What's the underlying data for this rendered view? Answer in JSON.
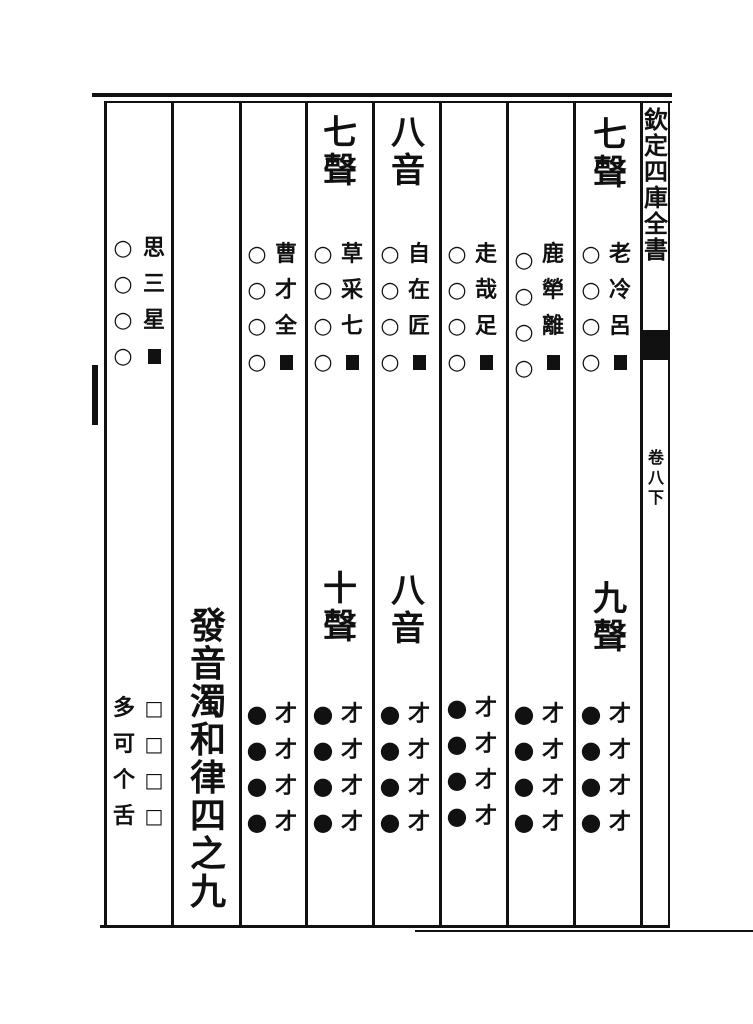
{
  "margin": {
    "book_title": [
      "欽",
      "定",
      "四",
      "庫",
      "全",
      "書"
    ],
    "juan": [
      "卷",
      "八",
      "下"
    ]
  },
  "title": [
    "發",
    "音",
    "濁",
    "和",
    "律",
    "四",
    "之",
    "九"
  ],
  "columns": [
    {
      "heading_top": [
        "七",
        "聲"
      ],
      "chars_top": [
        "老",
        "冷",
        "呂"
      ],
      "marks_top": [
        "○",
        "○",
        "○",
        "○"
      ],
      "heading_bottom": [
        "九",
        "聲"
      ],
      "chars_bottom": [
        "才",
        "才",
        "才",
        "才"
      ],
      "marks_bottom": [
        "●",
        "●",
        "●",
        "●"
      ]
    },
    {
      "heading_top": [],
      "chars_top": [
        "鹿",
        "犖",
        "離"
      ],
      "marks_top": [
        "○",
        "○",
        "○",
        "○"
      ],
      "heading_bottom": [],
      "chars_bottom": [
        "才",
        "才",
        "才",
        "才"
      ],
      "marks_bottom": [
        "●",
        "●",
        "●",
        "●"
      ]
    },
    {
      "heading_top": [],
      "chars_top": [
        "走",
        "哉",
        "足"
      ],
      "marks_top": [
        "○",
        "○",
        "○",
        "○"
      ],
      "heading_bottom": [],
      "chars_bottom": [
        "才",
        "才",
        "才",
        "才"
      ],
      "marks_bottom": [
        "●",
        "●",
        "●",
        "●"
      ]
    },
    {
      "heading_top": [
        "八",
        "音"
      ],
      "chars_top": [
        "自",
        "在",
        "匠"
      ],
      "marks_top": [
        "○",
        "○",
        "○",
        "○"
      ],
      "heading_bottom": [
        "八",
        "音"
      ],
      "chars_bottom": [
        "才",
        "才",
        "才",
        "才"
      ],
      "marks_bottom": [
        "●",
        "●",
        "●",
        "●"
      ]
    },
    {
      "heading_top": [
        "七",
        "聲"
      ],
      "chars_top": [
        "草",
        "采",
        "七"
      ],
      "marks_top": [
        "○",
        "○",
        "○",
        "○"
      ],
      "heading_bottom": [
        "十",
        "聲"
      ],
      "chars_bottom": [
        "才",
        "才",
        "才",
        "才"
      ],
      "marks_bottom": [
        "●",
        "●",
        "●",
        "●"
      ]
    },
    {
      "heading_top": [],
      "chars_top": [
        "曹",
        "才",
        "全"
      ],
      "marks_top": [
        "○",
        "○",
        "○",
        "○"
      ],
      "heading_bottom": [],
      "chars_bottom": [
        "才",
        "才",
        "才",
        "才"
      ],
      "marks_bottom": [
        "●",
        "●",
        "●",
        "●"
      ]
    }
  ],
  "last": {
    "chars_top": [
      "思",
      "三",
      "星"
    ],
    "marks_top": [
      "○",
      "○",
      "○",
      "○"
    ],
    "chars_bottom": [
      "多",
      "可",
      "个",
      "舌"
    ],
    "marks_bottom": [
      "□",
      "□",
      "□",
      "□"
    ]
  }
}
